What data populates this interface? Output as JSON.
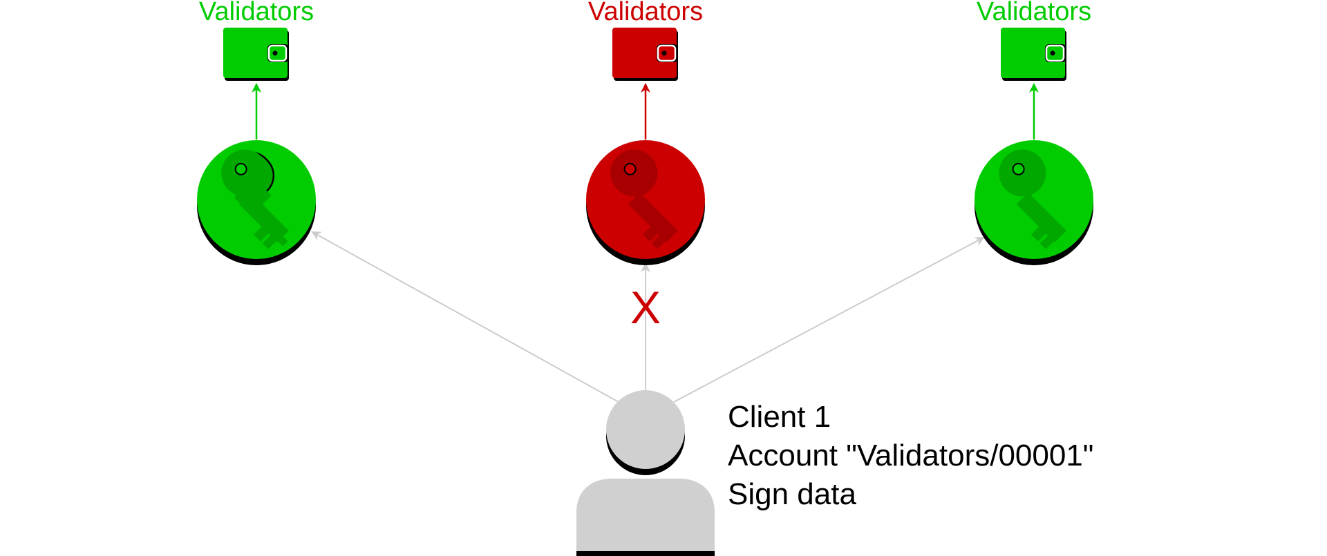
{
  "validators": [
    {
      "label": "Validators",
      "status": "ok",
      "color": "#00cc00",
      "dark": "#00a800",
      "wallet_icon": "wallet-icon",
      "key_icon": "key-icon"
    },
    {
      "label": "Validators",
      "status": "failed",
      "color": "#cc0000",
      "dark": "#a80000",
      "wallet_icon": "wallet-icon",
      "key_icon": "key-icon"
    },
    {
      "label": "Validators",
      "status": "ok",
      "color": "#00cc00",
      "dark": "#00a800",
      "wallet_icon": "wallet-icon",
      "key_icon": "key-icon"
    }
  ],
  "failure_mark": "X",
  "client": {
    "icon": "user-icon",
    "color": "#d0d0d0",
    "lines": [
      "Client 1",
      "Account \"Validators/00001\"",
      "Sign data"
    ]
  },
  "connector_color": "#cccccc"
}
